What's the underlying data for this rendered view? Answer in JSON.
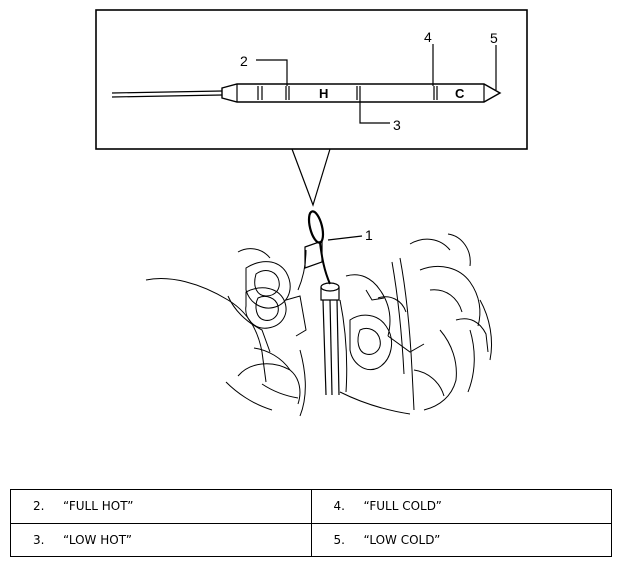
{
  "diagram": {
    "callouts": [
      "1",
      "2",
      "3",
      "4",
      "5"
    ],
    "dipstick_marks": [
      "H",
      "C"
    ]
  },
  "legend": {
    "rows": [
      [
        {
          "number": "2.",
          "text": "“FULL HOT”"
        },
        {
          "number": "4.",
          "text": "“FULL COLD”"
        }
      ],
      [
        {
          "number": "3.",
          "text": "“LOW HOT”"
        },
        {
          "number": "5.",
          "text": "“LOW COLD”"
        }
      ]
    ]
  }
}
